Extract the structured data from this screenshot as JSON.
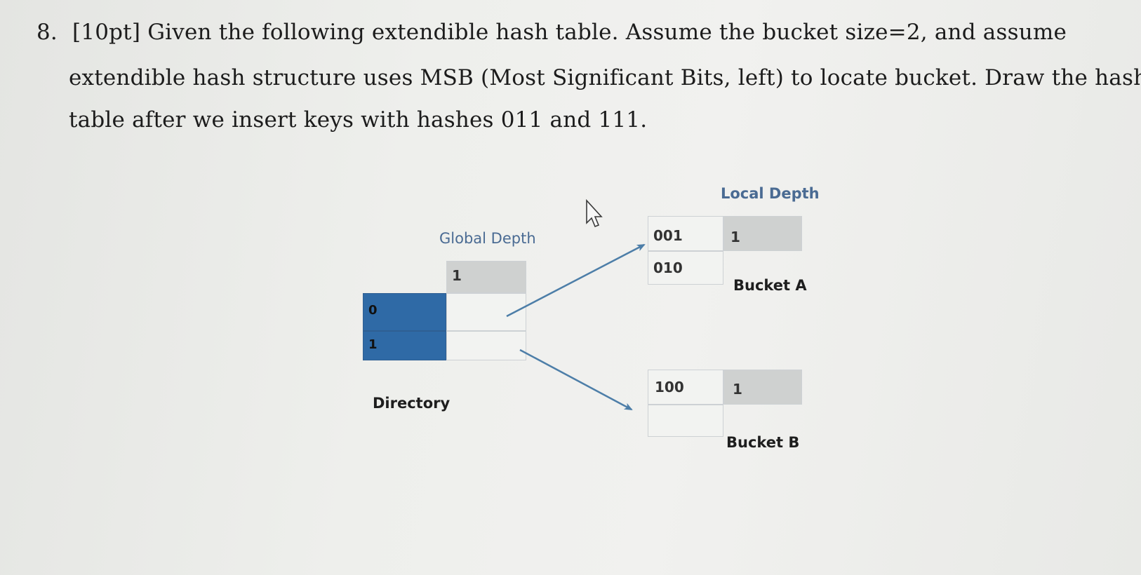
{
  "question": {
    "number": "8.",
    "line1": "[10pt] Given the following extendible hash table. Assume the bucket size=2, and assume",
    "line2": "extendible hash structure uses MSB (Most Significant Bits, left) to locate bucket. Draw the hash",
    "line3": "table after we insert keys with hashes 011 and 111."
  },
  "diagram": {
    "global_depth_label": "Global Depth",
    "global_depth_value": "1",
    "directory_label": "Directory",
    "directory_entries": [
      "0",
      "1"
    ],
    "local_depth_label": "Local Depth",
    "bucket_a": {
      "label": "Bucket A",
      "keys": [
        "001",
        "010"
      ],
      "local_depth": "1"
    },
    "bucket_b": {
      "label": "Bucket B",
      "keys": [
        "100",
        ""
      ],
      "local_depth": "1"
    }
  },
  "colors": {
    "directory_index": "#2f6aa6",
    "arrow": "#4d7ea8",
    "label_blue": "#4a6b93"
  }
}
